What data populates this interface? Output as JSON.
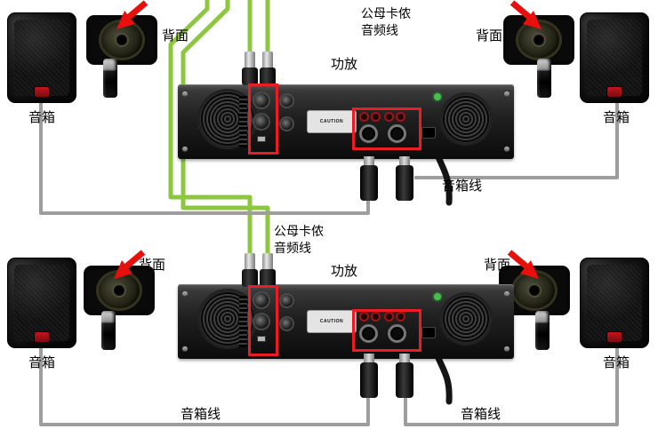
{
  "diagram": {
    "labels": {
      "speaker": "音箱",
      "rear": "背面",
      "amplifier": "功放",
      "xlr_cable": [
        "公母卡侬",
        "音频线"
      ],
      "speaker_cable": "音箱线",
      "caution": "CAUTION"
    },
    "colors": {
      "audio_cable_green": "#8dc63f",
      "speaker_cable_gray": "#9e9e9e",
      "highlight_red": "#ec1c24",
      "background": "#ffffff"
    }
  }
}
